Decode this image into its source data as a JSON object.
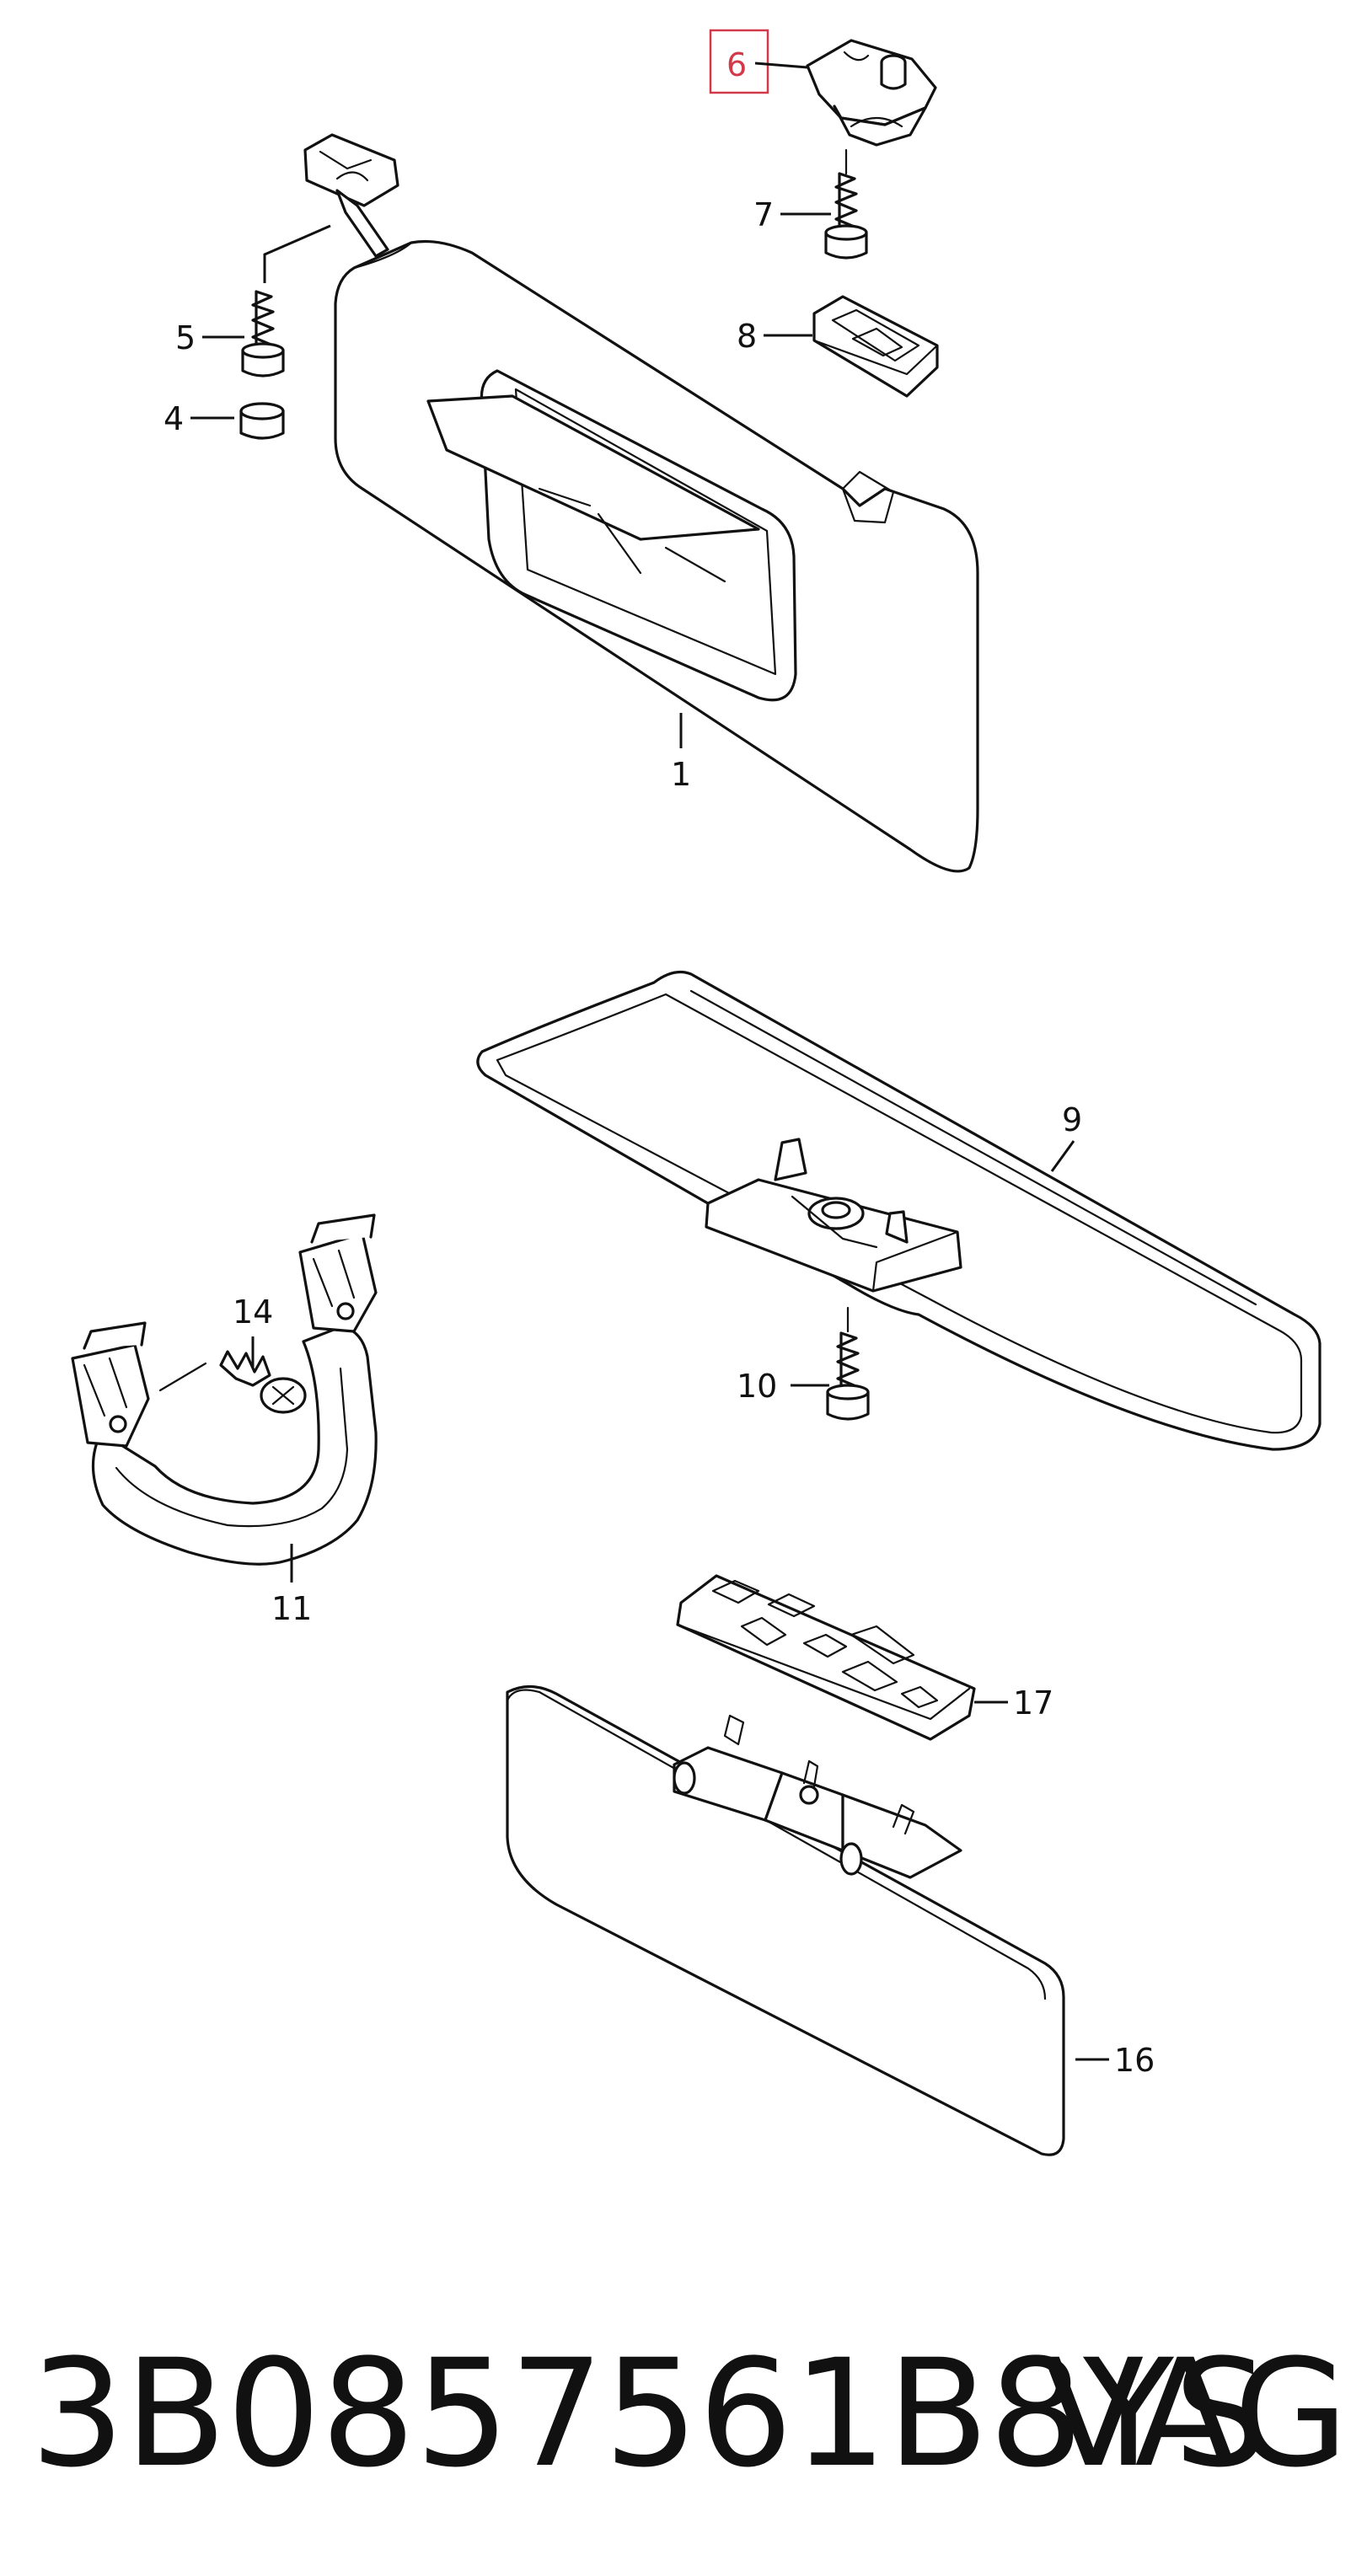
{
  "diagram": {
    "callouts": {
      "c1": "1",
      "c4": "4",
      "c5": "5",
      "c6": "6",
      "c7": "7",
      "c8": "8",
      "c9": "9",
      "c10": "10",
      "c11": "11",
      "c14": "14",
      "c16": "16",
      "c17": "17"
    },
    "highlight_color": "#d23a4a"
  },
  "footer": {
    "part_number": "3B0857561B8YS",
    "brand": "VAG"
  }
}
